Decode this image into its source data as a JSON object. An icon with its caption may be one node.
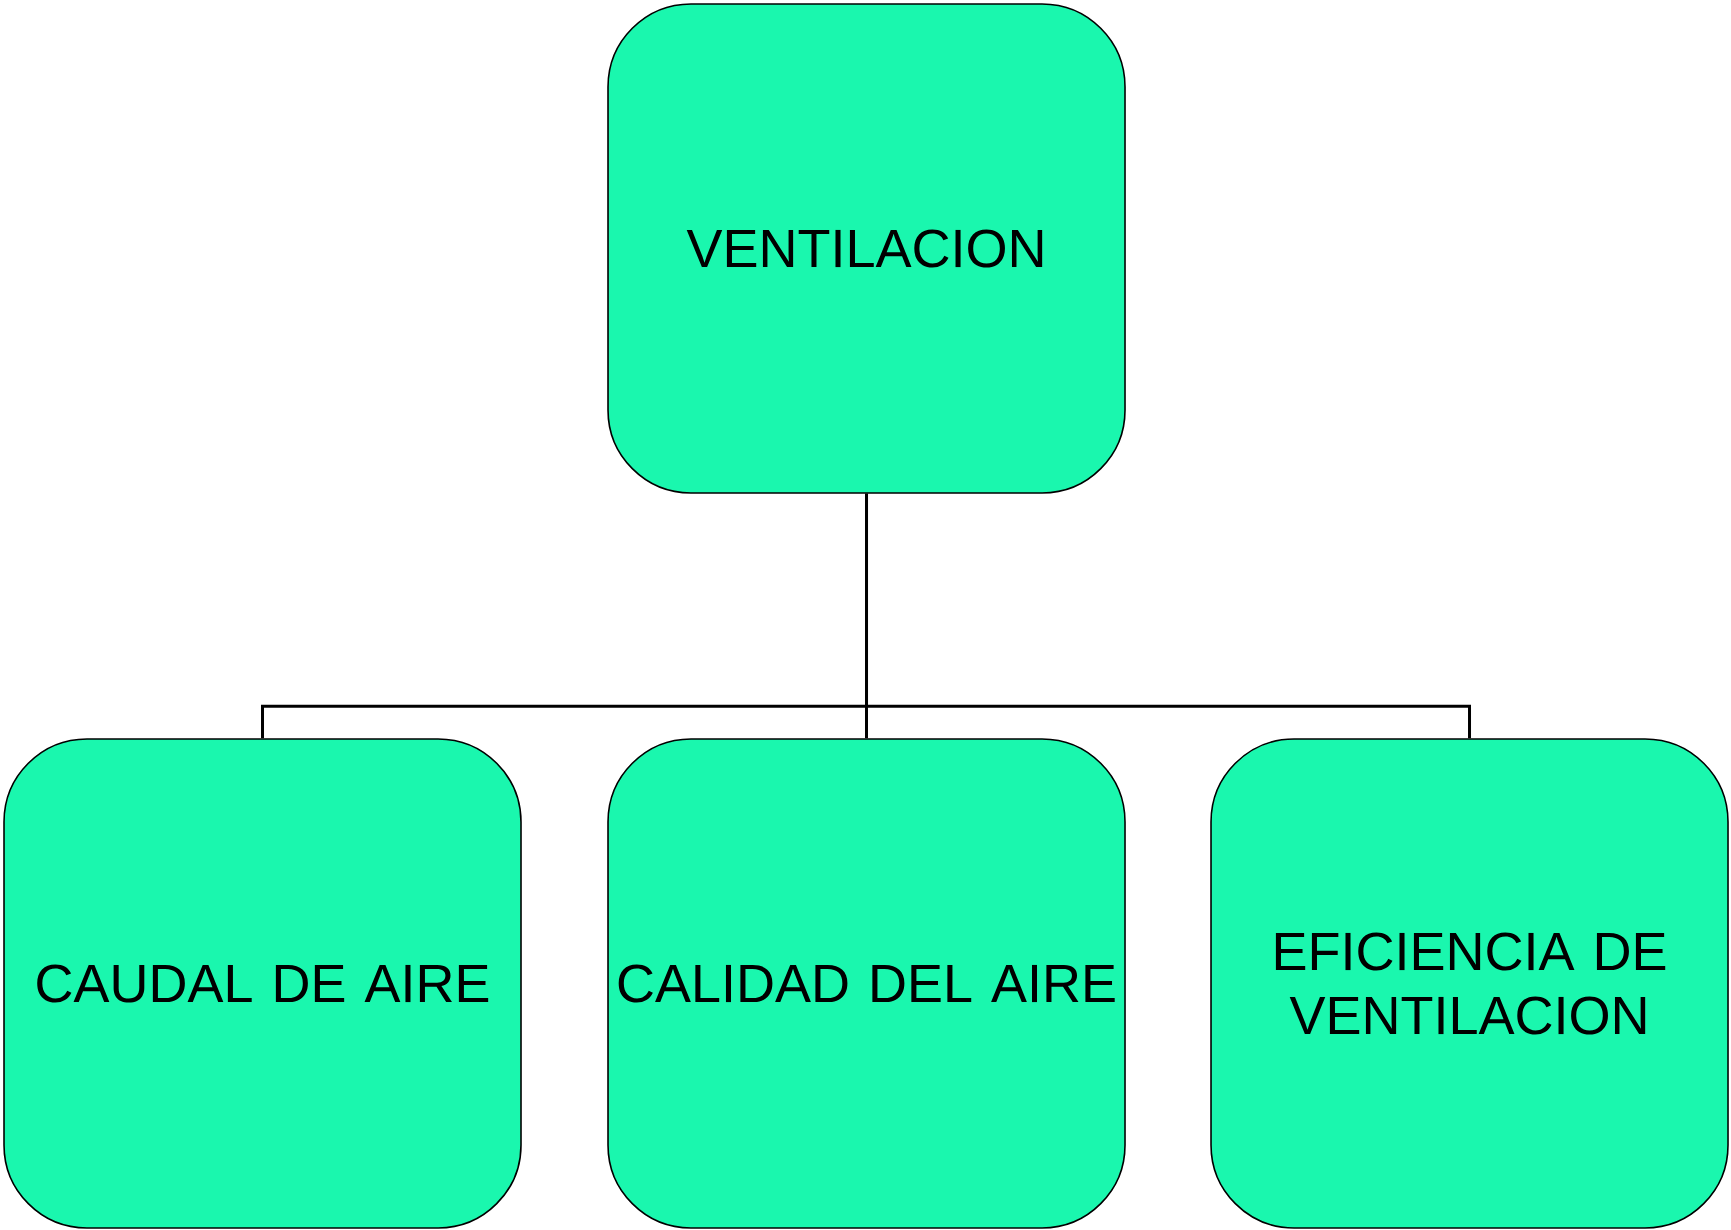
{
  "diagram": {
    "nodes": [
      {
        "text": [
          "VENTILACION"
        ]
      },
      {
        "text": [
          "CAUDAL DE AIRE"
        ]
      },
      {
        "text": [
          "CALIDAD DEL AIRE"
        ]
      },
      {
        "text": [
          "EFICIENCIA DE VENTILACION"
        ]
      }
    ],
    "edges": [
      {
        "from": 0,
        "to": 1,
        "arrow": "none"
      },
      {
        "from": 0,
        "to": 2,
        "arrow": "none"
      },
      {
        "from": 0,
        "to": 3,
        "arrow": "none"
      }
    ]
  }
}
